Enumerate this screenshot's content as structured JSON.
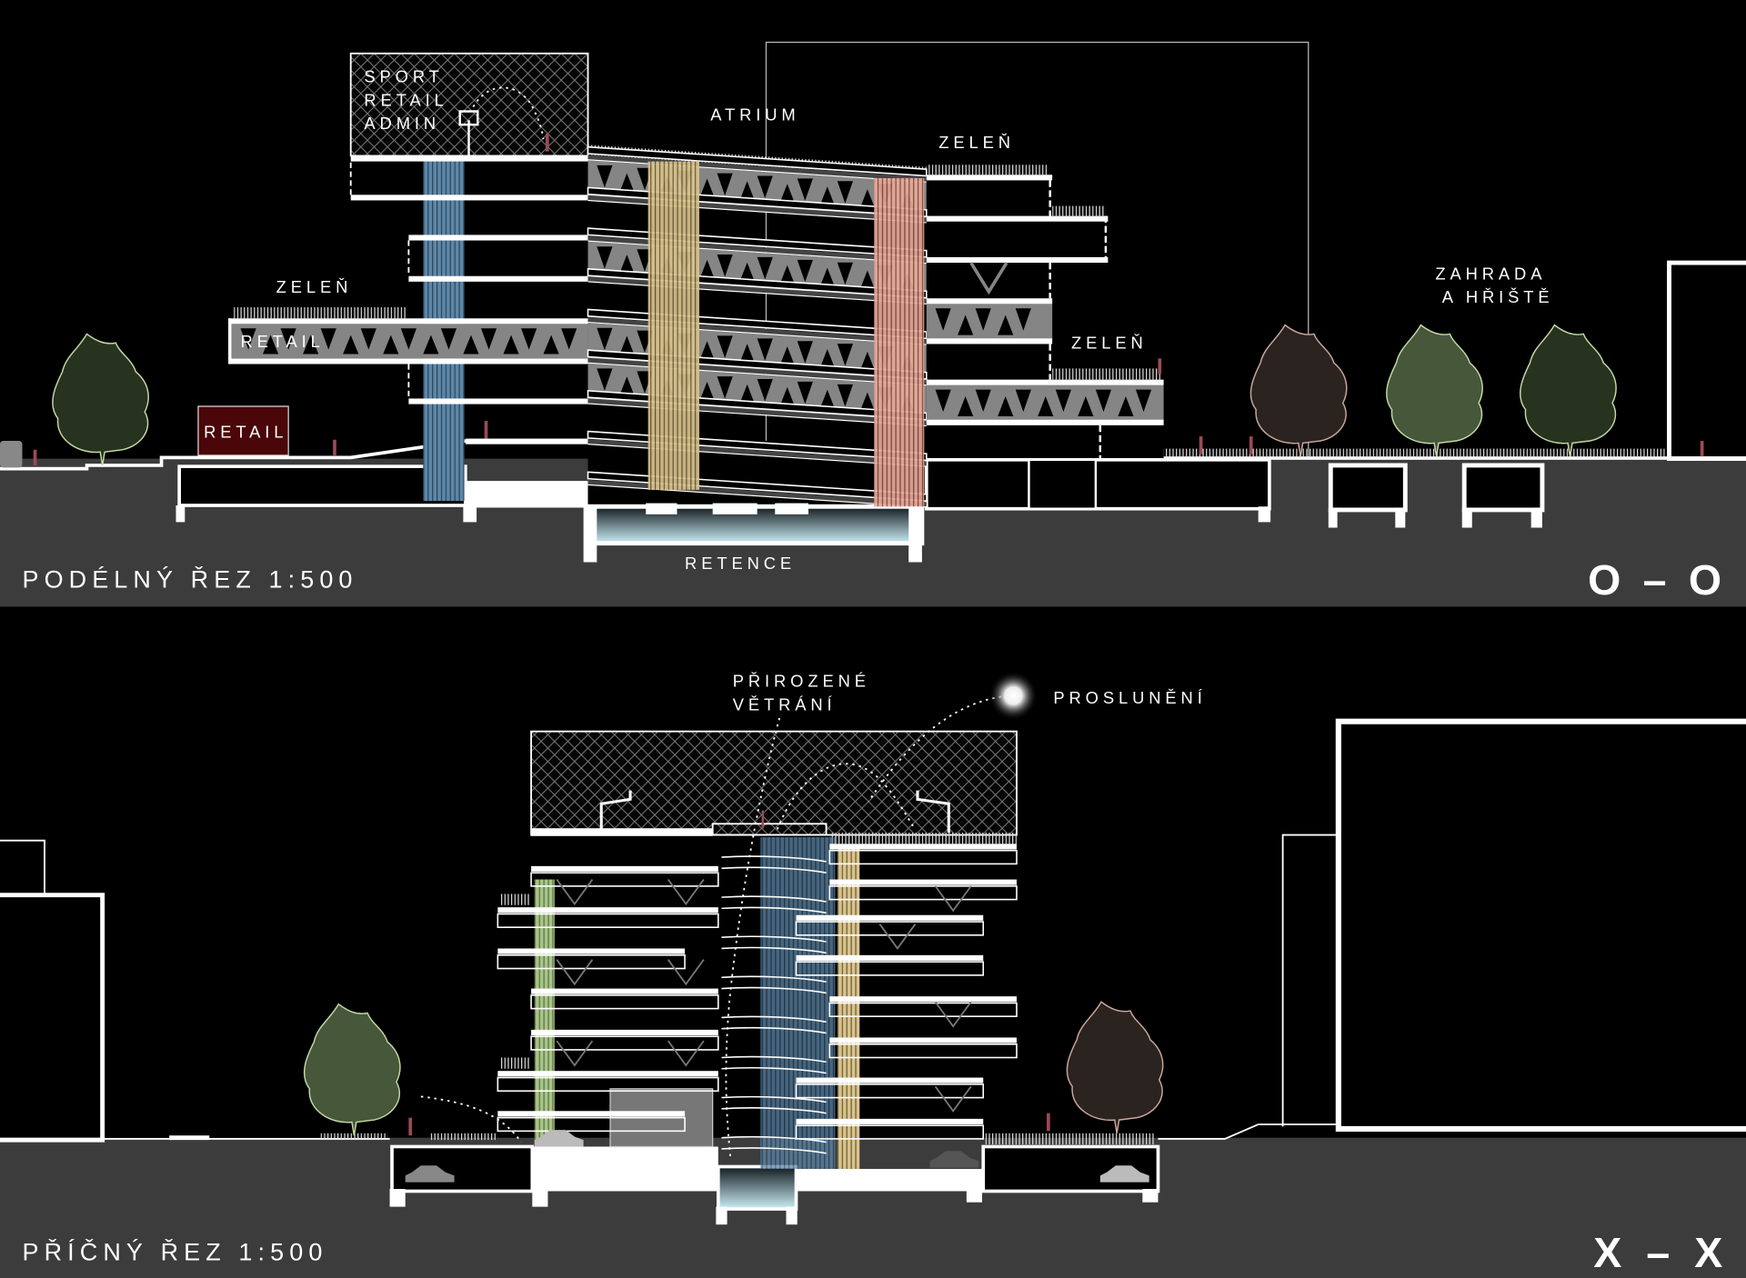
{
  "longitudinal_section": {
    "title": "PODÉLNÝ ŘEZ 1:500",
    "section_mark": "O–O",
    "labels": {
      "tower_line1": "SPORT",
      "tower_line2": "RETAIL",
      "tower_line3": "ADMIN",
      "atrium": "ATRIUM",
      "green_roof_right_top": "ZELEŇ",
      "green_roof_left": "ZELEŇ",
      "retail_band": "RETAIL",
      "retail_box": "RETAIL",
      "green_roof_right_low": "ZELEŇ",
      "garden_line1": "ZAHRADA",
      "garden_line2": "A HŘIŠTĚ",
      "retention": "RETENCE"
    }
  },
  "cross_section": {
    "title": "PŘÍČNÝ ŘEZ 1:500",
    "section_mark": "X–X",
    "labels": {
      "ventilation_line1": "PŘIROZENÉ",
      "ventilation_line2": "VĚTRÁNÍ",
      "sunlight": "PROSLUNĚNÍ"
    }
  },
  "colors": {
    "background": "#000000",
    "ground": "#3c3c3c",
    "core_blue": "#5d87a8",
    "core_yellow": "#d8c38c",
    "core_pink": "#e9a898",
    "core_green": "#a9c489",
    "retail_box": "#4a0608",
    "truss": "#858585"
  }
}
